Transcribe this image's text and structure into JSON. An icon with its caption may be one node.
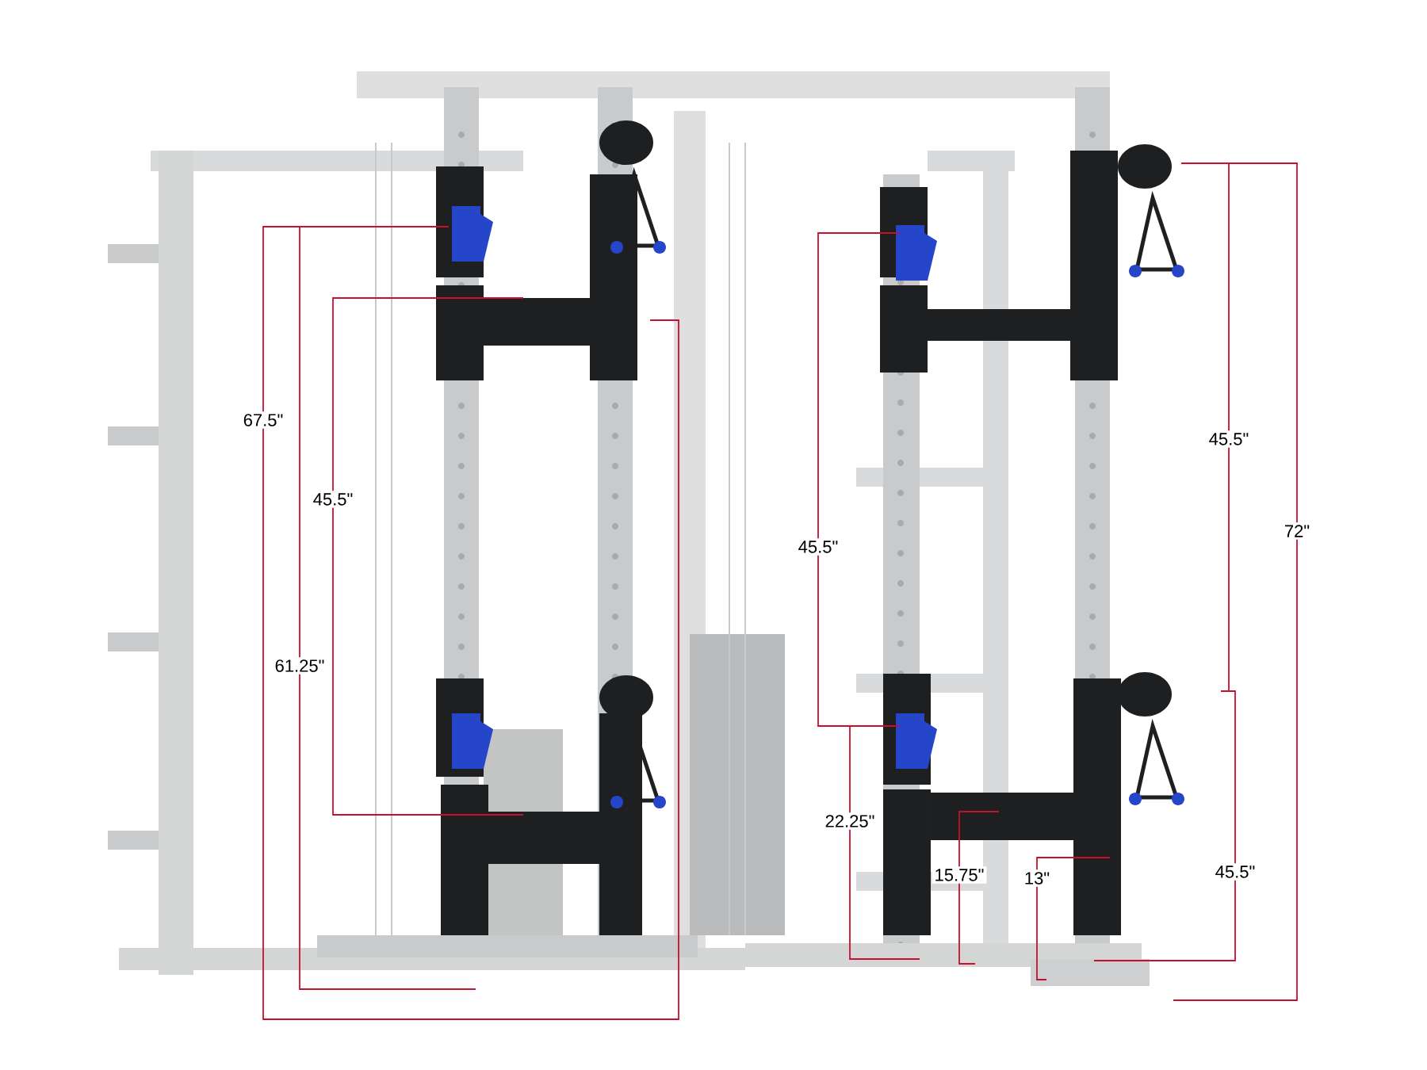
{
  "diagram": {
    "labels": [
      "67.5\"",
      "45.5\"",
      "61.25\"",
      "45.5\"",
      "22.25\"",
      "15.75\"",
      "13\"",
      "45.5\"",
      "72\"",
      "45.5\""
    ]
  }
}
